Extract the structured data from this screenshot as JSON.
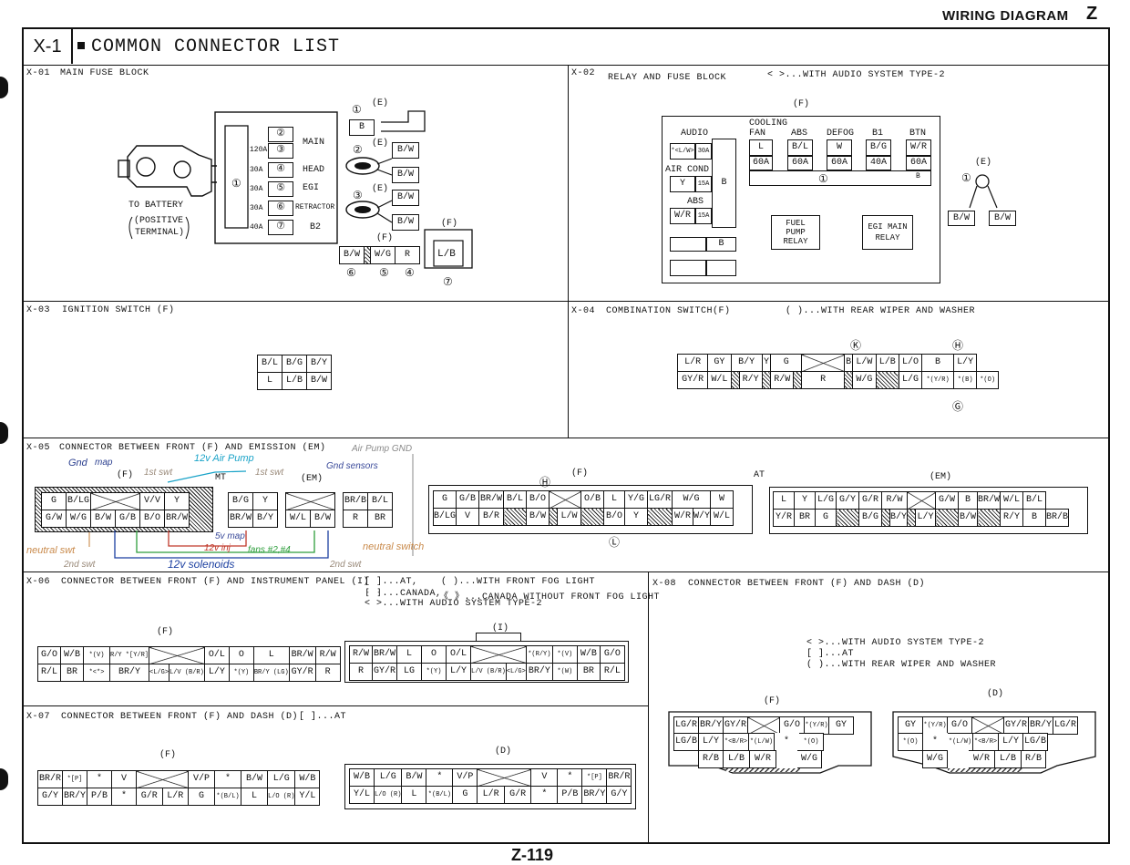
{
  "header": {
    "title": "WIRING DIAGRAM",
    "letter": "Z"
  },
  "section": {
    "id": "X-1",
    "title": "COMMON CONNECTOR LIST"
  },
  "footer": {
    "page": "Z-119"
  },
  "x01": {
    "id": "X-01",
    "title": "MAIN FUSE BLOCK",
    "battery_label": [
      "TO BATTERY",
      "(POSITIVE",
      "TERMINAL)"
    ],
    "fuses": [
      {
        "num": "②",
        "amp": "",
        "name": "MAIN"
      },
      {
        "num": "③",
        "amp": "120A",
        "name": ""
      },
      {
        "num": "④",
        "amp": "30A",
        "name": "HEAD"
      },
      {
        "num": "⑤",
        "amp": "30A",
        "name": "EGI"
      },
      {
        "num": "⑥",
        "amp": "30A",
        "name": "RETRACTOR"
      },
      {
        "num": "⑦",
        "amp": "40A",
        "name": "B2"
      }
    ],
    "main_num": "①",
    "c1": {
      "num": "①",
      "tag": "(E)",
      "pin": "B"
    },
    "c2": {
      "num": "②",
      "tag": "(E)",
      "pins": [
        "B/W",
        "B/W"
      ]
    },
    "c3": {
      "num": "③",
      "tag": "(E)",
      "pins": [
        "B/W",
        "B/W"
      ]
    },
    "cF": {
      "tag": "(F)",
      "pins": [
        "B/W",
        "W/G",
        "R"
      ],
      "nums": [
        "⑥",
        "⑤",
        "④"
      ]
    },
    "c7": {
      "tag": "(F)",
      "pin": "L/B",
      "num": "⑦"
    }
  },
  "x02": {
    "id": "X-02",
    "title": "RELAY AND FUSE BLOCK",
    "note": "< >...WITH AUDIO SYSTEM TYPE-2",
    "tag": "(F)",
    "audio": "AUDIO",
    "audio_pin": "*<L/W>",
    "audio_amp": "30A",
    "aircond": "AIR COND",
    "aircond_pin": "Y",
    "aircond_amp": "15A",
    "abs": "ABS",
    "abs_pin": "W/R",
    "abs_amp": "15A",
    "big_b": "B",
    "small_b": "B",
    "cols": [
      {
        "h1": "COOLING",
        "h2": "FAN",
        "pin": "L",
        "amp": "60A"
      },
      {
        "h1": "",
        "h2": "ABS",
        "pin": "B/L",
        "amp": "60A"
      },
      {
        "h1": "",
        "h2": "DEFOG",
        "pin": "W",
        "amp": "60A"
      },
      {
        "h1": "",
        "h2": "B1",
        "pin": "B/G",
        "amp": "40A"
      },
      {
        "h1": "",
        "h2": "BTN",
        "pin": "W/R",
        "amp": "60A"
      }
    ],
    "strip_num": "①",
    "strip_b": "B",
    "fuel": [
      "FUEL",
      "PUMP",
      "RELAY"
    ],
    "egi": [
      "EGI MAIN",
      "RELAY"
    ],
    "e_tag": "(E)",
    "e_num": "①",
    "e_pins": [
      "B/W",
      "B/W"
    ]
  },
  "x03": {
    "id": "X-03",
    "title": "IGNITION SWITCH (F)",
    "rows": [
      [
        "B/L",
        "B/G",
        "B/Y"
      ],
      [
        "L",
        "L/B",
        "B/W"
      ]
    ]
  },
  "x04": {
    "id": "X-04",
    "title": "COMBINATION SWITCH(F)",
    "note": "( )...WITH REAR WIPER AND WASHER",
    "k": "Ⓚ",
    "h": "Ⓗ",
    "g": "Ⓖ",
    "row1": [
      "L/R",
      "GY",
      "B/Y",
      "Y",
      "G",
      "",
      "B",
      "L/W",
      "L/B",
      "L/O",
      "B",
      "L/Y"
    ],
    "row2": [
      "GY/R",
      "W/L",
      "R/Y",
      "",
      "R/W",
      "",
      "R",
      "",
      "W/G",
      "",
      "L/G",
      "*(Y/R)",
      "*(B)",
      "*(O)"
    ]
  },
  "x05": {
    "id": "X-05",
    "title": "CONNECTOR BETWEEN FRONT (F) AND EMISSION (EM)",
    "f_tag": "(F)",
    "mt": "MT",
    "em_tag": "(EM)",
    "h": "Ⓗ",
    "f2": "(F)",
    "at": "AT",
    "em2": "(EM)",
    "l": "Ⓛ",
    "c1_r1": [
      "G",
      "B/LG",
      "",
      "V/V",
      "Y"
    ],
    "c1_r2": [
      "G/W",
      "W/G",
      "B/W",
      "G/B",
      "B/O",
      "BR/W"
    ],
    "c2_r1": [
      "B/G",
      "Y",
      "",
      "BR/B",
      "B/L"
    ],
    "c2_r2": [
      "BR/W",
      "B/Y",
      "W/L",
      "B/W",
      "R",
      "BR"
    ],
    "c3_r1": [
      "G",
      "G/B",
      "BR/W",
      "B/L",
      "B/O",
      "",
      "O/B",
      "L",
      "Y/G",
      "LG/R",
      "W/G",
      "W"
    ],
    "c3_r2": [
      "B/LG",
      "V",
      "B/R",
      "",
      "B/W",
      "",
      "L/W",
      "",
      "B/O",
      "Y",
      "",
      "W/R",
      "W/Y",
      "W/L"
    ],
    "c4_r1": [
      "L",
      "Y",
      "L/G",
      "G/Y",
      "G/R",
      "R/W",
      "",
      "G/W",
      "B",
      "BR/W",
      "W/L",
      "B/L"
    ],
    "c4_r2": [
      "Y/R",
      "BR",
      "G",
      "B/G",
      "",
      "B/Y",
      "",
      "L/Y",
      "",
      "B/W",
      "",
      "R/Y",
      "B",
      "BR/B"
    ],
    "annotations": {
      "gnd": "Gnd",
      "map1": "map",
      "air": "12v Air Pump",
      "pumpgnd": "Air Pump GND",
      "swt1": "1st swt",
      "swt2": "1st swt",
      "gndsens": "Gnd sensors",
      "map5": "5v map",
      "inj": "12v inj",
      "fans": "fans #2,#4",
      "neutral1": "neutral swt",
      "swt3": "2nd swt",
      "sol": "12v solenoids",
      "swt4": "2nd swt",
      "neutral2": "neutral switch"
    }
  },
  "x06": {
    "id": "X-06",
    "title": "CONNECTOR BETWEEN FRONT (F) AND INSTRUMENT PANEL (I)",
    "notes": [
      "[ ]...AT,",
      "( )...WITH FRONT FOG LIGHT",
      "⁅ ⁆...CANADA,",
      "《 》...CANADA WITHOUT FRONT FOG LIGHT",
      "< >...WITH AUDIO SYSTEM TYPE-2"
    ],
    "f_tag": "(F)",
    "i_tag": "(I)",
    "f_r1": [
      "G/O",
      "W/B",
      "*(V)",
      "R/Y *[Y/R]",
      "",
      "O/L",
      "O",
      "L",
      "BR/W",
      "R/W"
    ],
    "f_r2": [
      "R/L",
      "BR",
      "*<*>",
      "BR/Y",
      "<L/G>",
      "L/V (B/R)",
      "L/Y",
      "*(Y)",
      "BR/Y (LG)",
      "GY/R",
      "R"
    ],
    "i_r1": [
      "R/W",
      "BR/W",
      "L",
      "O",
      "O/L",
      "",
      "*(R/Y)",
      "*(V)",
      "W/B",
      "G/O"
    ],
    "i_r2": [
      "R",
      "GY/R",
      "LG",
      "*(Y)",
      "L/Y",
      "L/V (B/R)",
      "<L/G>",
      "BR/Y",
      "*(W)",
      "BR",
      "R/L"
    ]
  },
  "x07": {
    "id": "X-07",
    "title": "CONNECTOR BETWEEN FRONT (F) AND DASH (D)",
    "note": "[ ]...AT",
    "f_tag": "(F)",
    "d_tag": "(D)",
    "f_r1": [
      "BR/R",
      "*[P]",
      "*",
      "V",
      "",
      "V/P",
      "*",
      "B/W",
      "L/G",
      "W/B"
    ],
    "f_r2": [
      "G/Y",
      "BR/Y",
      "P/B",
      "*",
      "G/R",
      "L/R",
      "G",
      "*(B/L)",
      "L",
      "L/O (R)",
      "Y/L"
    ],
    "d_r1": [
      "W/B",
      "L/G",
      "B/W",
      "*",
      "V/P",
      "",
      "V",
      "*",
      "*[P]",
      "BR/R"
    ],
    "d_r2": [
      "Y/L",
      "L/O (R)",
      "L",
      "*(B/L)",
      "G",
      "L/R",
      "G/R",
      "*",
      "P/B",
      "BR/Y",
      "G/Y"
    ]
  },
  "x08": {
    "id": "X-08",
    "title": "CONNECTOR BETWEEN FRONT (F) AND DASH (D)",
    "notes": [
      "< >...WITH AUDIO SYSTEM TYPE-2",
      "[ ]...AT",
      "( )...WITH REAR WIPER AND WASHER"
    ],
    "f_tag": "(F)",
    "d_tag": "(D)",
    "f_r1": [
      "LG/R",
      "BR/Y",
      "GY/R",
      "",
      "G/O",
      "*(Y/R)",
      "GY"
    ],
    "f_r2": [
      "LG/B",
      "L/Y",
      "*<B/R>",
      "*(L/W)",
      "*",
      "*(O)"
    ],
    "f_r3": [
      "R/B",
      "L/B",
      "W/R",
      "W/G"
    ],
    "d_r1": [
      "GY",
      "*(Y/R)",
      "G/O",
      "",
      "GY/R",
      "BR/Y",
      "LG/R"
    ],
    "d_r2": [
      "*(O)",
      "*",
      "*(L/W)",
      "*<B/R>",
      "L/Y",
      "LG/B"
    ],
    "d_r3": [
      "W/G",
      "W/R",
      "L/B",
      "R/B"
    ]
  },
  "colors": {
    "gnd": "#2b3f8f",
    "air": "#1aa3c8",
    "pumpgnd": "#8a8a8a",
    "swt": "#9a8a7a",
    "inj": "#c0392b",
    "fans": "#2e9e3c",
    "neutral": "#c98a4b",
    "sol": "#1b3fa0",
    "map5": "#3a4a9a"
  }
}
